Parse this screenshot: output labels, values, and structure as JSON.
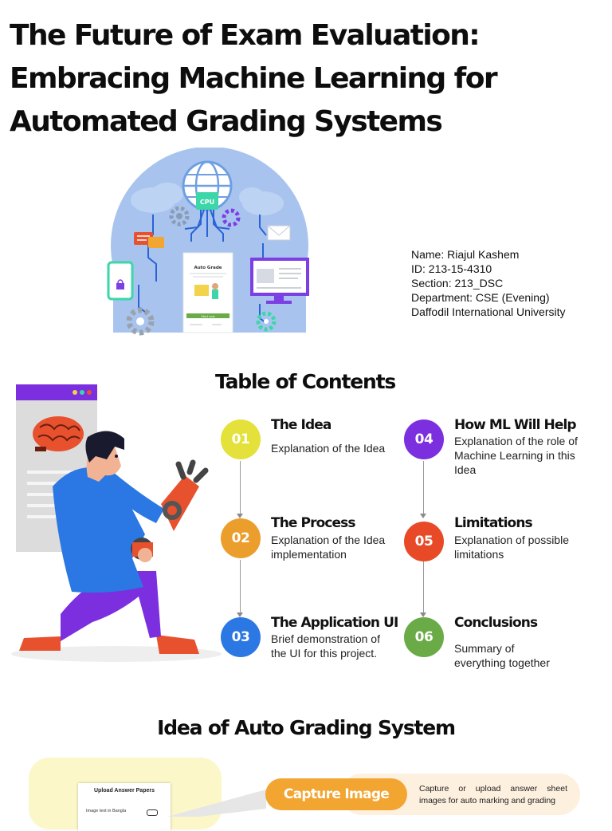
{
  "header": {
    "title": "The Future of Exam Evaluation: Embracing Machine Learning for Automated Grading Systems"
  },
  "hero": {
    "cpu_label": "CPU",
    "app_title": "Auto Grade",
    "app_button": "Start now"
  },
  "student_info": {
    "name": "Name: Riajul Kashem",
    "id": "ID: 213-15-4310",
    "section": "Section: 213_DSC",
    "department": "Department: CSE (Evening)",
    "university": "Daffodil International University"
  },
  "toc": {
    "heading": "Table of Contents",
    "items": [
      {
        "number": "01",
        "title": "The Idea",
        "description": "Explanation of the Idea",
        "color": "#e3e13a"
      },
      {
        "number": "02",
        "title": "The Process",
        "description": "Explanation of the Idea implementation",
        "color": "#ec9e2c"
      },
      {
        "number": "03",
        "title": "The Application UI",
        "description": "Brief demonstration of the UI for this project.",
        "color": "#2b78e4"
      },
      {
        "number": "04",
        "title": "How ML Will Help",
        "description": "Explanation of the role of Machine Learning in this Idea",
        "color": "#7b2fde"
      },
      {
        "number": "05",
        "title": "Limitations",
        "description": "Explanation of possible limitations",
        "color": "#e84a28"
      },
      {
        "number": "06",
        "title": "Conclusions",
        "description": "Summary of everything together",
        "color": "#6aab47"
      }
    ]
  },
  "idea_section": {
    "heading": "Idea of Auto Grading System",
    "upload_card_title": "Upload Answer Papers",
    "upload_option_label": "Image text in Bangla",
    "capture_button": "Capture Image",
    "capture_description": "Capture or upload answer sheet images for auto marking and grading"
  }
}
